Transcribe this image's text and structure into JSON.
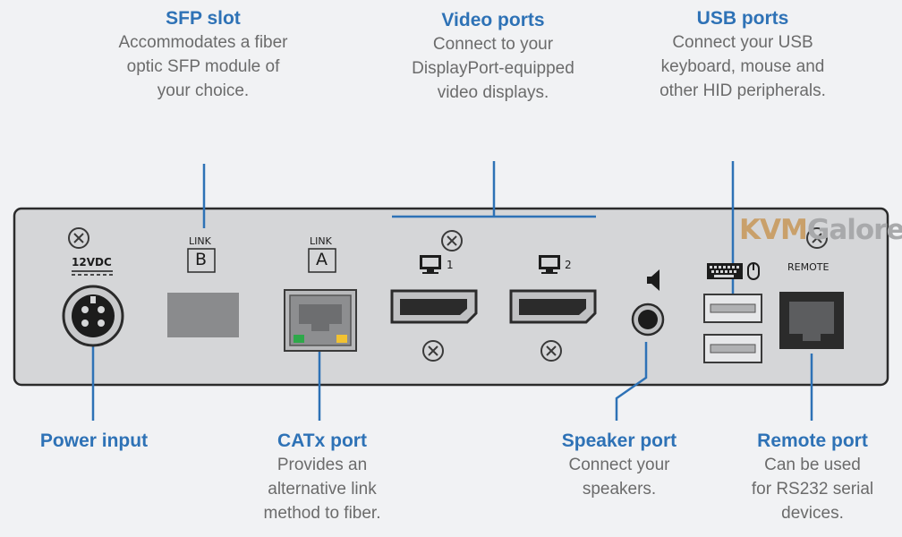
{
  "callouts": {
    "sfp": {
      "title": "SFP slot",
      "desc": "Accommodates a fiber\noptic SFP module of\nyour choice."
    },
    "video": {
      "title": "Video ports",
      "desc": "Connect to your\nDisplayPort-equipped\nvideo displays."
    },
    "usb": {
      "title": "USB ports",
      "desc": "Connect your USB\nkeyboard, mouse and\nother HID peripherals."
    },
    "power": {
      "title": "Power input",
      "desc": ""
    },
    "catx": {
      "title": "CATx port",
      "desc": "Provides an\nalternative link\nmethod to fiber."
    },
    "speaker": {
      "title": "Speaker port",
      "desc": "Connect your\nspeakers."
    },
    "remote": {
      "title": "Remote port",
      "desc": "Can be used\nfor RS232 serial\ndevices."
    }
  },
  "panel_labels": {
    "power": "12VDC",
    "link_b_word": "LINK",
    "link_b_letter": "B",
    "link_a_word": "LINK",
    "link_a_letter": "A",
    "video1_num": "1",
    "video2_num": "2",
    "remote": "REMOTE"
  },
  "watermark": {
    "part1": "KVM",
    "part2": "Galore"
  },
  "icons": [
    "screw-icon",
    "monitor-icon",
    "speaker-icon",
    "keyboard-icon",
    "mouse-icon"
  ],
  "colors": {
    "accent": "#2e72b6",
    "panel": "#d5d6d8",
    "text": "#6b6b6b",
    "background": "#f1f2f4"
  }
}
